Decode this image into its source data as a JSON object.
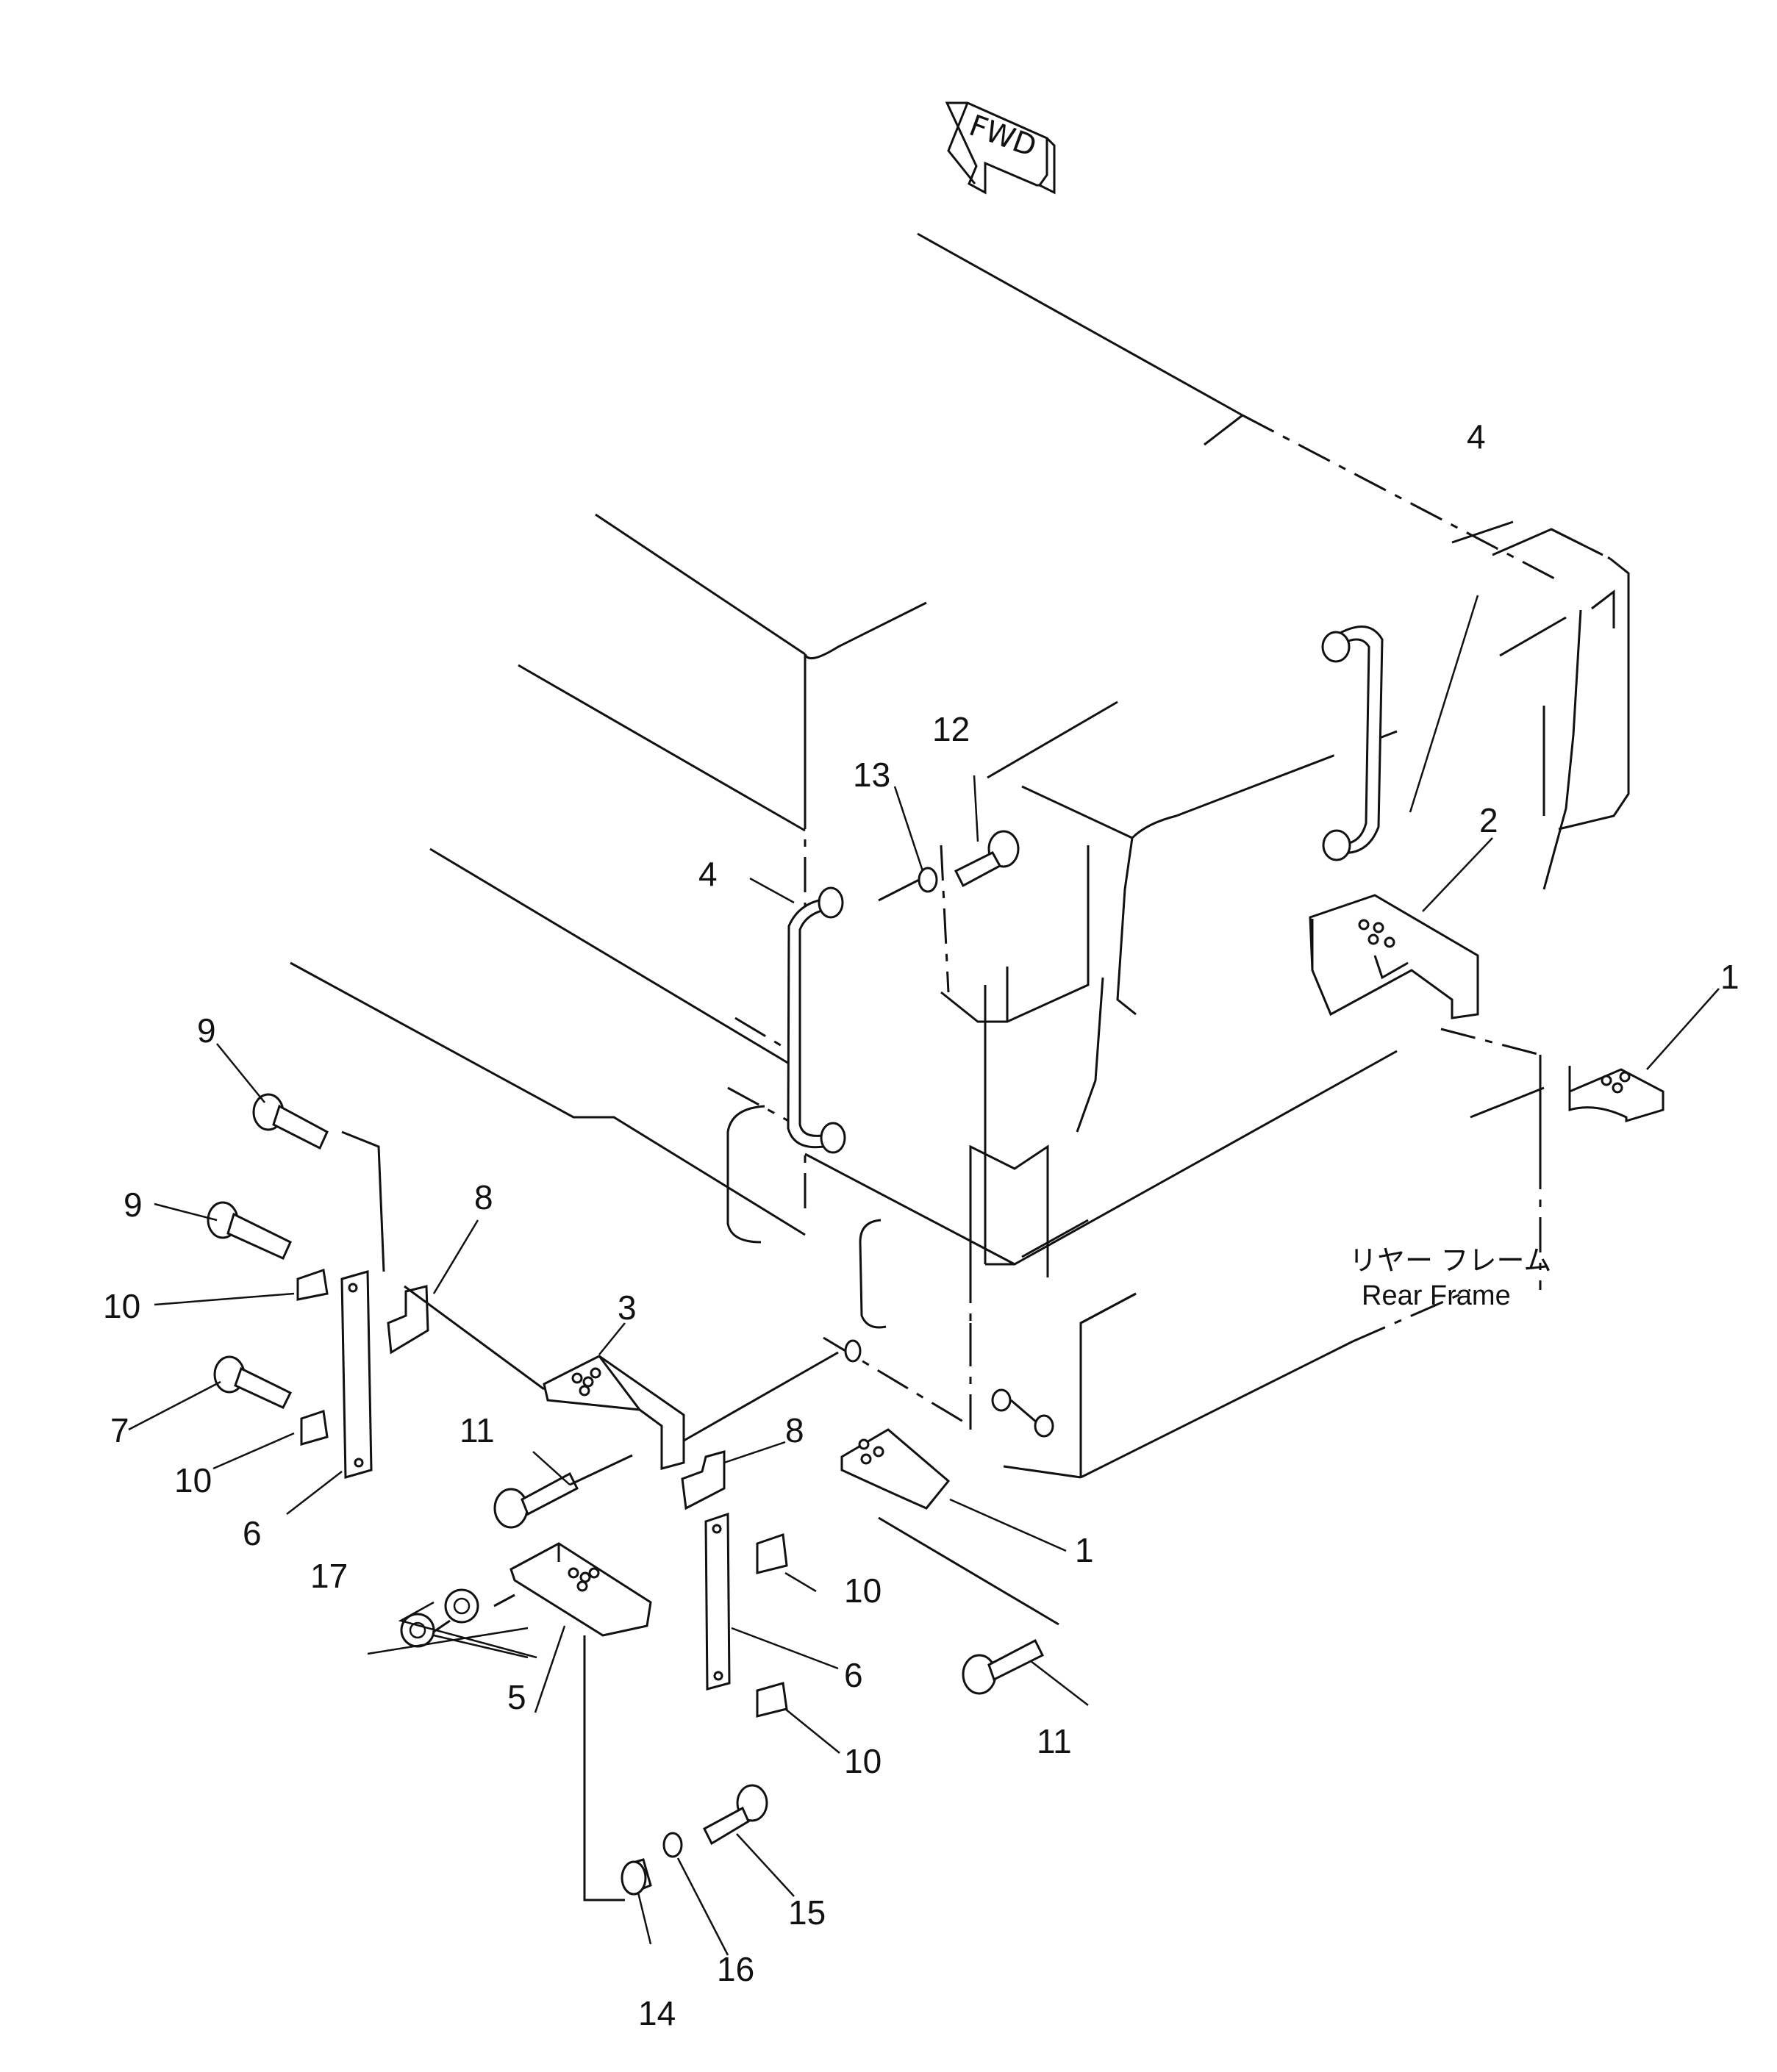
{
  "fwd_indicator": {
    "label": "FWD"
  },
  "rear_frame": {
    "label_jp": "リヤー フレーム",
    "label_en": "Rear Frame"
  },
  "callouts": [
    {
      "id": "c-1a",
      "text": "1"
    },
    {
      "id": "c-1b",
      "text": "1"
    },
    {
      "id": "c-2",
      "text": "2"
    },
    {
      "id": "c-3",
      "text": "3"
    },
    {
      "id": "c-4a",
      "text": "4"
    },
    {
      "id": "c-4b",
      "text": "4"
    },
    {
      "id": "c-5",
      "text": "5"
    },
    {
      "id": "c-6a",
      "text": "6"
    },
    {
      "id": "c-6b",
      "text": "6"
    },
    {
      "id": "c-7",
      "text": "7"
    },
    {
      "id": "c-8a",
      "text": "8"
    },
    {
      "id": "c-8b",
      "text": "8"
    },
    {
      "id": "c-9a",
      "text": "9"
    },
    {
      "id": "c-9b",
      "text": "9"
    },
    {
      "id": "c-10a",
      "text": "10"
    },
    {
      "id": "c-10b",
      "text": "10"
    },
    {
      "id": "c-10c",
      "text": "10"
    },
    {
      "id": "c-10d",
      "text": "10"
    },
    {
      "id": "c-11a",
      "text": "11"
    },
    {
      "id": "c-11b",
      "text": "11"
    },
    {
      "id": "c-12",
      "text": "12"
    },
    {
      "id": "c-13",
      "text": "13"
    },
    {
      "id": "c-14",
      "text": "14"
    },
    {
      "id": "c-15",
      "text": "15"
    },
    {
      "id": "c-16",
      "text": "16"
    },
    {
      "id": "c-17",
      "text": "17"
    }
  ]
}
